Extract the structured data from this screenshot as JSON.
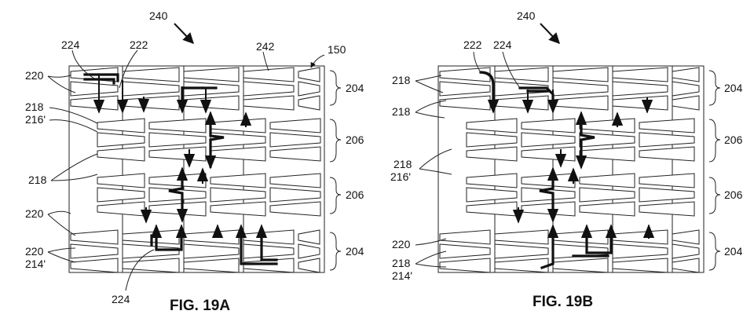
{
  "figures": [
    {
      "caption": "FIG. 19A",
      "labels": {
        "assembly": "240",
        "frame": "150",
        "fabric": "242",
        "flow_a": "224",
        "flow_b": "222",
        "top_layer": "220",
        "mid_a": "218",
        "mid_b": "216'",
        "lower_mid": "218",
        "low_a": "220",
        "low_b": "220",
        "low_c": "214'",
        "bottom_flow": "224",
        "braces": [
          "204",
          "206",
          "206",
          "204"
        ]
      }
    },
    {
      "caption": "FIG. 19B",
      "labels": {
        "assembly": "240",
        "flow_b": "222",
        "flow_a": "224",
        "top_a": "218",
        "top_b": "218",
        "mid_a": "218",
        "mid_b": "216'",
        "low_a": "220",
        "low_b": "218",
        "low_c": "214'",
        "braces": [
          "204",
          "206",
          "206",
          "204"
        ]
      }
    }
  ]
}
